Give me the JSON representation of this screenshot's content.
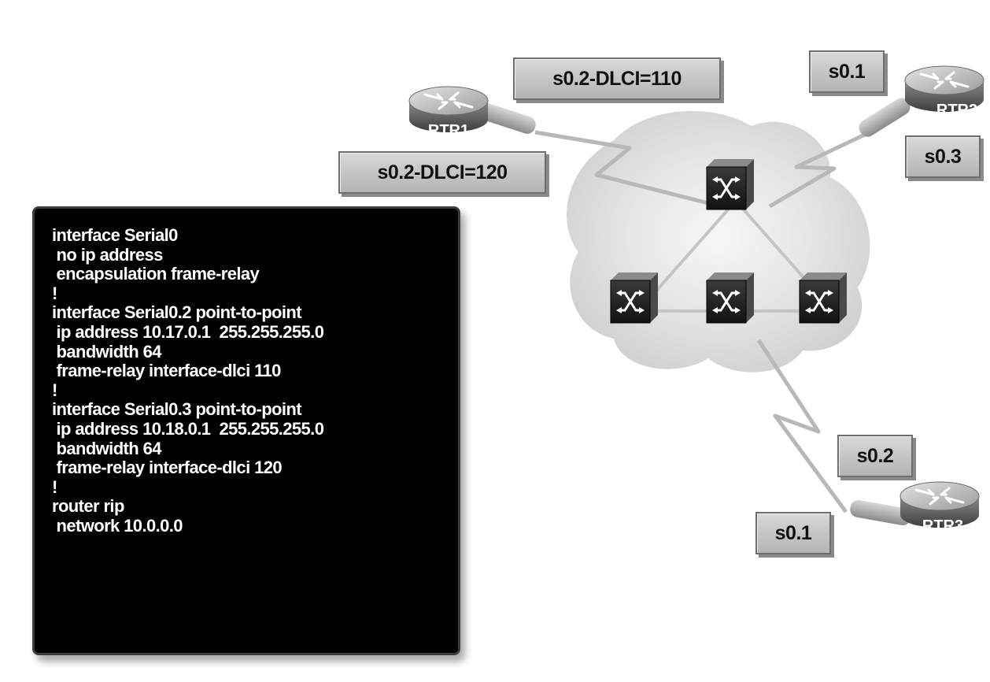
{
  "routers": [
    {
      "id": "rtr1",
      "name": "RTR1"
    },
    {
      "id": "rtr2",
      "name": "RTR2"
    },
    {
      "id": "rtr3",
      "name": "RTR3"
    }
  ],
  "interface_labels": {
    "rtr1_s02_dlci110": "s0.2-DLCI=110",
    "rtr1_s02_dlci120": "s0.2-DLCI=120",
    "rtr2_s01": "s0.1",
    "rtr2_s03": "s0.3",
    "rtr3_s02": "s0.2",
    "rtr3_s01": "s0.1"
  },
  "config_lines": [
    "interface Serial0",
    " no ip address",
    " encapsulation frame-relay",
    "!",
    "interface Serial0.2 point-to-point",
    " ip address 10.17.0.1  255.255.255.0",
    " bandwidth 64",
    " frame-relay interface-dlci 110",
    "!",
    "interface Serial0.3 point-to-point",
    " ip address 10.18.0.1  255.255.255.0",
    " bandwidth 64",
    " frame-relay interface-dlci 120",
    "!",
    "router rip",
    " network 10.0.0.0"
  ],
  "colors": {
    "cloud": "#e6e6e6",
    "switch_body": "#1e1e1e",
    "router_body": "#a8a8a8",
    "link": "#c8c8c8",
    "config_bg": "#000000",
    "config_text": "#ffffff"
  }
}
